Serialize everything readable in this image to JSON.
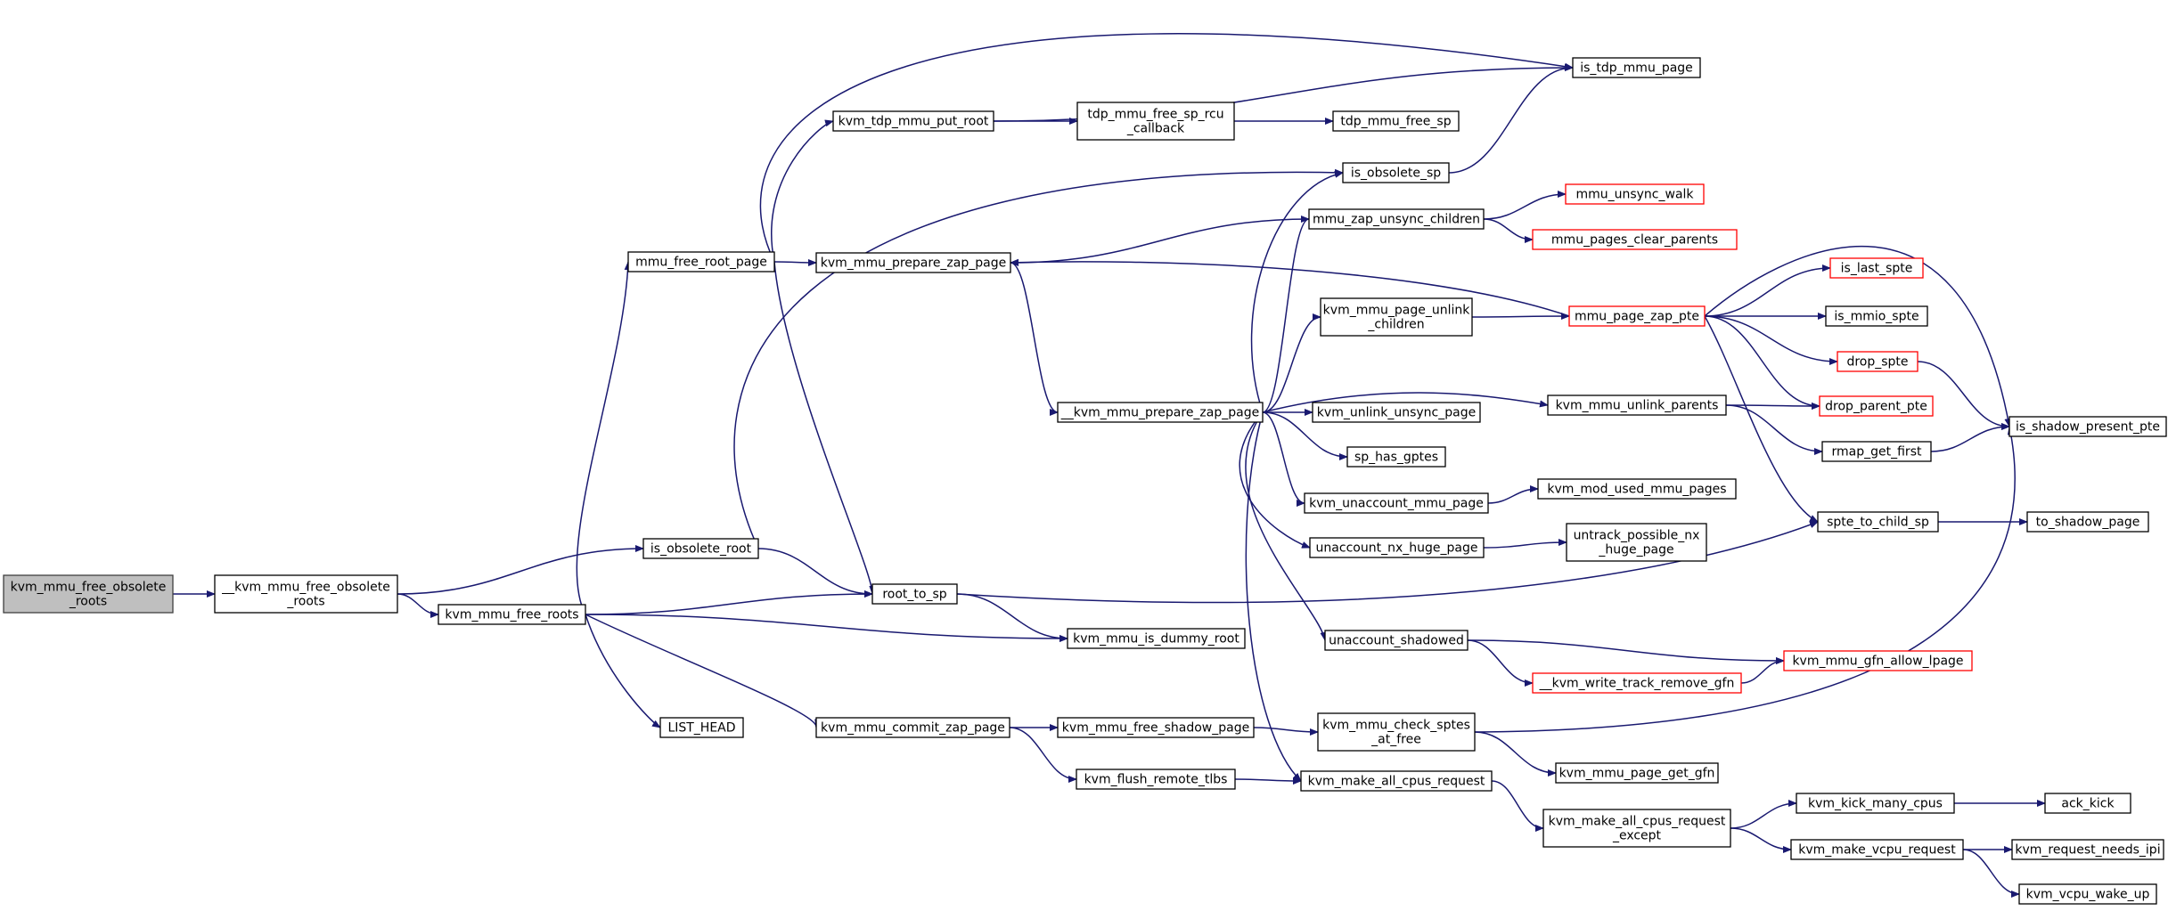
{
  "graph": {
    "title": "",
    "colors": {
      "edge": "#191970",
      "box_border": "#000000",
      "truncated_border": "#ff0000",
      "root_fill": "#bfbfbf"
    },
    "nodes": [
      {
        "id": "kvm_mmu_free_obsolete_roots",
        "lines": [
          "kvm_mmu_free_obsolete",
          "_roots"
        ],
        "kind": "root"
      },
      {
        "id": "__kvm_mmu_free_obsolete_roots",
        "lines": [
          "__kvm_mmu_free_obsolete",
          "_roots"
        ],
        "kind": "normal"
      },
      {
        "id": "kvm_mmu_free_roots",
        "lines": [
          "kvm_mmu_free_roots"
        ],
        "kind": "normal"
      },
      {
        "id": "is_obsolete_root",
        "lines": [
          "is_obsolete_root"
        ],
        "kind": "normal"
      },
      {
        "id": "mmu_free_root_page",
        "lines": [
          "mmu_free_root_page"
        ],
        "kind": "normal"
      },
      {
        "id": "LIST_HEAD",
        "lines": [
          "LIST_HEAD"
        ],
        "kind": "normal"
      },
      {
        "id": "root_to_sp",
        "lines": [
          "root_to_sp"
        ],
        "kind": "normal"
      },
      {
        "id": "kvm_tdp_mmu_put_root",
        "lines": [
          "kvm_tdp_mmu_put_root"
        ],
        "kind": "normal"
      },
      {
        "id": "kvm_mmu_prepare_zap_page",
        "lines": [
          "kvm_mmu_prepare_zap_page"
        ],
        "kind": "normal"
      },
      {
        "id": "kvm_mmu_commit_zap_page",
        "lines": [
          "kvm_mmu_commit_zap_page"
        ],
        "kind": "normal"
      },
      {
        "id": "kvm_mmu_is_dummy_root",
        "lines": [
          "kvm_mmu_is_dummy_root"
        ],
        "kind": "normal"
      },
      {
        "id": "__kvm_mmu_prepare_zap_page",
        "lines": [
          "__kvm_mmu_prepare_zap_page"
        ],
        "kind": "normal"
      },
      {
        "id": "kvm_mmu_free_shadow_page",
        "lines": [
          "kvm_mmu_free_shadow_page"
        ],
        "kind": "normal"
      },
      {
        "id": "kvm_flush_remote_tlbs",
        "lines": [
          "kvm_flush_remote_tlbs"
        ],
        "kind": "normal"
      },
      {
        "id": "tdp_mmu_free_sp_rcu_callback",
        "lines": [
          "tdp_mmu_free_sp_rcu",
          "_callback"
        ],
        "kind": "normal"
      },
      {
        "id": "is_tdp_mmu_page",
        "lines": [
          "is_tdp_mmu_page"
        ],
        "kind": "normal"
      },
      {
        "id": "tdp_mmu_free_sp",
        "lines": [
          "tdp_mmu_free_sp"
        ],
        "kind": "normal"
      },
      {
        "id": "is_obsolete_sp",
        "lines": [
          "is_obsolete_sp"
        ],
        "kind": "normal"
      },
      {
        "id": "mmu_zap_unsync_children",
        "lines": [
          "mmu_zap_unsync_children"
        ],
        "kind": "normal"
      },
      {
        "id": "kvm_mmu_page_unlink_children",
        "lines": [
          "kvm_mmu_page_unlink",
          "_children"
        ],
        "kind": "normal"
      },
      {
        "id": "kvm_unlink_unsync_page",
        "lines": [
          "kvm_unlink_unsync_page"
        ],
        "kind": "normal"
      },
      {
        "id": "sp_has_gptes",
        "lines": [
          "sp_has_gptes"
        ],
        "kind": "normal"
      },
      {
        "id": "kvm_unaccount_mmu_page",
        "lines": [
          "kvm_unaccount_mmu_page"
        ],
        "kind": "normal"
      },
      {
        "id": "unaccount_nx_huge_page",
        "lines": [
          "unaccount_nx_huge_page"
        ],
        "kind": "normal"
      },
      {
        "id": "unaccount_shadowed",
        "lines": [
          "unaccount_shadowed"
        ],
        "kind": "normal"
      },
      {
        "id": "kvm_mmu_check_sptes_at_free",
        "lines": [
          "kvm_mmu_check_sptes",
          "_at_free"
        ],
        "kind": "normal"
      },
      {
        "id": "kvm_make_all_cpus_request",
        "lines": [
          "kvm_make_all_cpus_request"
        ],
        "kind": "normal"
      },
      {
        "id": "mmu_unsync_walk",
        "lines": [
          "mmu_unsync_walk"
        ],
        "kind": "truncated"
      },
      {
        "id": "mmu_pages_clear_parents",
        "lines": [
          "mmu_pages_clear_parents"
        ],
        "kind": "truncated"
      },
      {
        "id": "mmu_page_zap_pte",
        "lines": [
          "mmu_page_zap_pte"
        ],
        "kind": "truncated"
      },
      {
        "id": "kvm_mmu_unlink_parents",
        "lines": [
          "kvm_mmu_unlink_parents"
        ],
        "kind": "normal"
      },
      {
        "id": "kvm_mod_used_mmu_pages",
        "lines": [
          "kvm_mod_used_mmu_pages"
        ],
        "kind": "normal"
      },
      {
        "id": "untrack_possible_nx_huge_page",
        "lines": [
          "untrack_possible_nx",
          "_huge_page"
        ],
        "kind": "normal"
      },
      {
        "id": "__kvm_write_track_remove_gfn",
        "lines": [
          "__kvm_write_track_remove_gfn"
        ],
        "kind": "truncated"
      },
      {
        "id": "kvm_mmu_page_get_gfn",
        "lines": [
          "kvm_mmu_page_get_gfn"
        ],
        "kind": "normal"
      },
      {
        "id": "kvm_make_all_cpus_request_except",
        "lines": [
          "kvm_make_all_cpus_request",
          "_except"
        ],
        "kind": "normal"
      },
      {
        "id": "is_last_spte",
        "lines": [
          "is_last_spte"
        ],
        "kind": "truncated"
      },
      {
        "id": "is_mmio_spte",
        "lines": [
          "is_mmio_spte"
        ],
        "kind": "normal"
      },
      {
        "id": "drop_spte",
        "lines": [
          "drop_spte"
        ],
        "kind": "truncated"
      },
      {
        "id": "drop_parent_pte",
        "lines": [
          "drop_parent_pte"
        ],
        "kind": "truncated"
      },
      {
        "id": "rmap_get_first",
        "lines": [
          "rmap_get_first"
        ],
        "kind": "normal"
      },
      {
        "id": "spte_to_child_sp",
        "lines": [
          "spte_to_child_sp"
        ],
        "kind": "normal"
      },
      {
        "id": "kvm_mmu_gfn_allow_lpage",
        "lines": [
          "kvm_mmu_gfn_allow_lpage"
        ],
        "kind": "truncated"
      },
      {
        "id": "kvm_kick_many_cpus",
        "lines": [
          "kvm_kick_many_cpus"
        ],
        "kind": "normal"
      },
      {
        "id": "kvm_make_vcpu_request",
        "lines": [
          "kvm_make_vcpu_request"
        ],
        "kind": "normal"
      },
      {
        "id": "is_shadow_present_pte",
        "lines": [
          "is_shadow_present_pte"
        ],
        "kind": "normal"
      },
      {
        "id": "to_shadow_page",
        "lines": [
          "to_shadow_page"
        ],
        "kind": "normal"
      },
      {
        "id": "ack_kick",
        "lines": [
          "ack_kick"
        ],
        "kind": "normal"
      },
      {
        "id": "kvm_request_needs_ipi",
        "lines": [
          "kvm_request_needs_ipi"
        ],
        "kind": "normal"
      },
      {
        "id": "kvm_vcpu_wake_up",
        "lines": [
          "kvm_vcpu_wake_up"
        ],
        "kind": "normal"
      }
    ],
    "edges": [
      [
        "kvm_mmu_free_obsolete_roots",
        "__kvm_mmu_free_obsolete_roots"
      ],
      [
        "__kvm_mmu_free_obsolete_roots",
        "is_obsolete_root"
      ],
      [
        "__kvm_mmu_free_obsolete_roots",
        "kvm_mmu_free_roots"
      ],
      [
        "is_obsolete_root",
        "is_obsolete_sp"
      ],
      [
        "is_obsolete_root",
        "root_to_sp"
      ],
      [
        "kvm_mmu_free_roots",
        "mmu_free_root_page"
      ],
      [
        "kvm_mmu_free_roots",
        "root_to_sp"
      ],
      [
        "kvm_mmu_free_roots",
        "kvm_mmu_is_dummy_root"
      ],
      [
        "kvm_mmu_free_roots",
        "LIST_HEAD"
      ],
      [
        "kvm_mmu_free_roots",
        "kvm_mmu_commit_zap_page"
      ],
      [
        "mmu_free_root_page",
        "is_tdp_mmu_page"
      ],
      [
        "mmu_free_root_page",
        "kvm_tdp_mmu_put_root"
      ],
      [
        "mmu_free_root_page",
        "kvm_mmu_prepare_zap_page"
      ],
      [
        "mmu_free_root_page",
        "root_to_sp"
      ],
      [
        "root_to_sp",
        "kvm_mmu_is_dummy_root"
      ],
      [
        "root_to_sp",
        "spte_to_child_sp"
      ],
      [
        "kvm_tdp_mmu_put_root",
        "is_tdp_mmu_page"
      ],
      [
        "kvm_tdp_mmu_put_root",
        "tdp_mmu_free_sp_rcu_callback"
      ],
      [
        "tdp_mmu_free_sp_rcu_callback",
        "tdp_mmu_free_sp"
      ],
      [
        "is_obsolete_sp",
        "is_tdp_mmu_page"
      ],
      [
        "kvm_mmu_prepare_zap_page",
        "__kvm_mmu_prepare_zap_page"
      ],
      [
        "__kvm_mmu_prepare_zap_page",
        "is_obsolete_sp"
      ],
      [
        "__kvm_mmu_prepare_zap_page",
        "mmu_zap_unsync_children"
      ],
      [
        "__kvm_mmu_prepare_zap_page",
        "kvm_mmu_page_unlink_children"
      ],
      [
        "__kvm_mmu_prepare_zap_page",
        "kvm_unlink_unsync_page"
      ],
      [
        "__kvm_mmu_prepare_zap_page",
        "kvm_mmu_unlink_parents"
      ],
      [
        "__kvm_mmu_prepare_zap_page",
        "sp_has_gptes"
      ],
      [
        "__kvm_mmu_prepare_zap_page",
        "kvm_unaccount_mmu_page"
      ],
      [
        "__kvm_mmu_prepare_zap_page",
        "unaccount_nx_huge_page"
      ],
      [
        "__kvm_mmu_prepare_zap_page",
        "unaccount_shadowed"
      ],
      [
        "__kvm_mmu_prepare_zap_page",
        "kvm_make_all_cpus_request"
      ],
      [
        "mmu_zap_unsync_children",
        "mmu_unsync_walk"
      ],
      [
        "mmu_zap_unsync_children",
        "mmu_pages_clear_parents"
      ],
      [
        "mmu_zap_unsync_children",
        "kvm_mmu_prepare_zap_page"
      ],
      [
        "kvm_mmu_page_unlink_children",
        "mmu_page_zap_pte"
      ],
      [
        "mmu_page_zap_pte",
        "kvm_mmu_prepare_zap_page"
      ],
      [
        "mmu_page_zap_pte",
        "is_shadow_present_pte"
      ],
      [
        "mmu_page_zap_pte",
        "is_last_spte"
      ],
      [
        "mmu_page_zap_pte",
        "is_mmio_spte"
      ],
      [
        "mmu_page_zap_pte",
        "drop_spte"
      ],
      [
        "mmu_page_zap_pte",
        "drop_parent_pte"
      ],
      [
        "mmu_page_zap_pte",
        "spte_to_child_sp"
      ],
      [
        "drop_spte",
        "is_shadow_present_pte"
      ],
      [
        "kvm_mmu_unlink_parents",
        "drop_parent_pte"
      ],
      [
        "kvm_mmu_unlink_parents",
        "rmap_get_first"
      ],
      [
        "rmap_get_first",
        "is_shadow_present_pte"
      ],
      [
        "spte_to_child_sp",
        "to_shadow_page"
      ],
      [
        "kvm_unaccount_mmu_page",
        "kvm_mod_used_mmu_pages"
      ],
      [
        "unaccount_nx_huge_page",
        "untrack_possible_nx_huge_page"
      ],
      [
        "unaccount_shadowed",
        "__kvm_write_track_remove_gfn"
      ],
      [
        "unaccount_shadowed",
        "kvm_mmu_gfn_allow_lpage"
      ],
      [
        "__kvm_write_track_remove_gfn",
        "kvm_mmu_gfn_allow_lpage"
      ],
      [
        "kvm_mmu_commit_zap_page",
        "kvm_mmu_free_shadow_page"
      ],
      [
        "kvm_mmu_commit_zap_page",
        "kvm_flush_remote_tlbs"
      ],
      [
        "kvm_mmu_free_shadow_page",
        "kvm_mmu_check_sptes_at_free"
      ],
      [
        "kvm_mmu_check_sptes_at_free",
        "is_shadow_present_pte"
      ],
      [
        "kvm_mmu_check_sptes_at_free",
        "kvm_mmu_page_get_gfn"
      ],
      [
        "kvm_flush_remote_tlbs",
        "kvm_make_all_cpus_request"
      ],
      [
        "kvm_make_all_cpus_request",
        "kvm_make_all_cpus_request_except"
      ],
      [
        "kvm_make_all_cpus_request_except",
        "kvm_kick_many_cpus"
      ],
      [
        "kvm_make_all_cpus_request_except",
        "kvm_make_vcpu_request"
      ],
      [
        "kvm_kick_many_cpus",
        "ack_kick"
      ],
      [
        "kvm_make_vcpu_request",
        "kvm_request_needs_ipi"
      ],
      [
        "kvm_make_vcpu_request",
        "kvm_vcpu_wake_up"
      ]
    ]
  }
}
